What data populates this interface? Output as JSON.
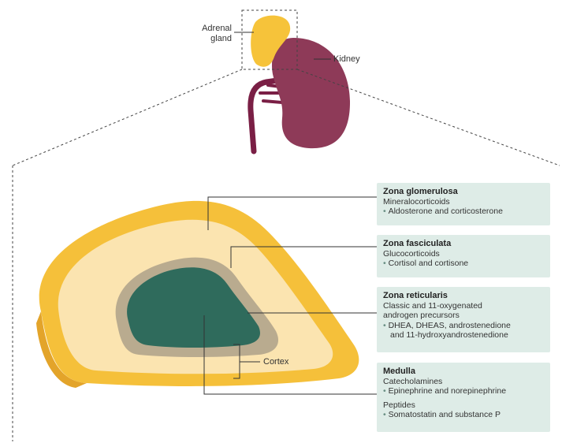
{
  "labels": {
    "adrenal_gland": [
      "Adrenal",
      "gland"
    ],
    "kidney": "Kidney",
    "cortex": "Cortex"
  },
  "zones": [
    {
      "title": "Zona glomerulosa",
      "lines": [
        "Mineralocorticoids"
      ],
      "bullets": [
        "Aldosterone and corticosterone"
      ]
    },
    {
      "title": "Zona fasciculata",
      "lines": [
        "Glucocorticoids"
      ],
      "bullets": [
        "Cortisol and cortisone"
      ]
    },
    {
      "title": "Zona reticularis",
      "lines": [
        "Classic and 11-oxygenated",
        "androgen precursors"
      ],
      "bullets": [
        "DHEA, DHEAS, androstenedione",
        "and 11-hydroxyandrostenedione"
      ]
    },
    {
      "title": "Medulla",
      "lines": [
        "Catecholamines"
      ],
      "bullets": [
        "Epinephrine and norepinephrine"
      ],
      "lines2": [
        "Peptides"
      ],
      "bullets2": [
        "Somatostatin and substance P"
      ]
    }
  ],
  "colors": {
    "kidney": "#8e3a58",
    "vessel": "#7a1f45",
    "adrenal": "#f6c33a",
    "cortex_outer": "#f5c03a",
    "cortex_inner": "#fbe4b0",
    "reticularis": "#b9ab8f",
    "medulla": "#2f6b5c",
    "box": "#deece7"
  }
}
